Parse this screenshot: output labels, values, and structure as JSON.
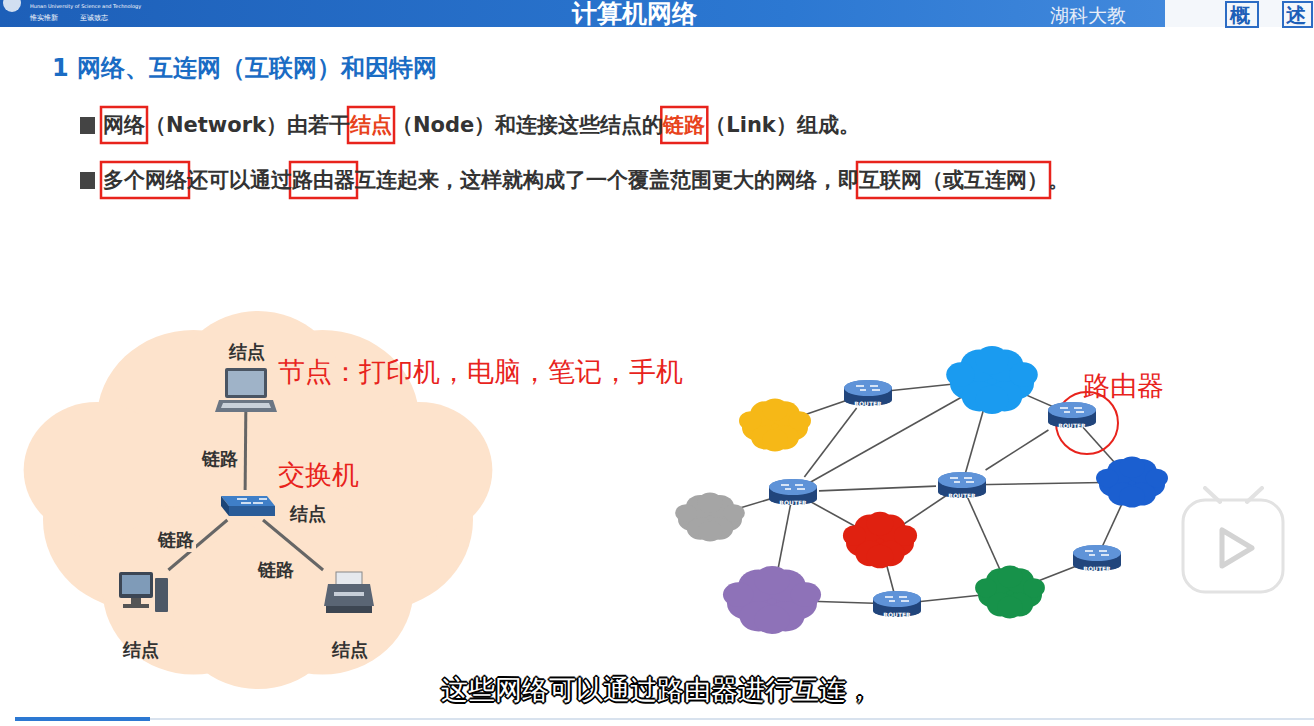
{
  "diagram": {
    "title": "计算机网络",
    "caption": "这些网络可以通过路由器进行互连，",
    "nodes": [
      {
        "text": [
          "结点"
        ]
      },
      {
        "text": [
          "结点"
        ]
      },
      {
        "text": [
          "结点"
        ]
      },
      {
        "text": [
          "结点"
        ]
      },
      {
        "text": [
          "ROUTER"
        ]
      },
      {
        "text": [
          "ROUTER"
        ]
      },
      {
        "text": [
          "ROUTER"
        ]
      },
      {
        "text": [
          "ROUTER"
        ]
      },
      {
        "text": [
          "ROUTER"
        ]
      },
      {
        "text": [
          "ROUTER"
        ]
      }
    ],
    "edges": [
      {
        "from": 0,
        "to": 1,
        "arrow": "none",
        "label": "链路"
      },
      {
        "from": 1,
        "to": 2,
        "arrow": "none",
        "label": "链路"
      },
      {
        "from": 1,
        "to": 3,
        "arrow": "none",
        "label": "链路"
      },
      {
        "from": 4,
        "to": 6,
        "arrow": "none"
      },
      {
        "from": 6,
        "to": 7,
        "arrow": "none"
      },
      {
        "from": 5,
        "to": 7,
        "arrow": "none"
      }
    ],
    "labels": [
      "惟实惟新",
      "至诚致志",
      "Hunan University of Science and Technology",
      "湖科大教",
      "概",
      "述",
      "1 网络、互连网（互联网）和因特网",
      "网络",
      "（Network）由若干",
      "结点",
      "（Node）和连接这些结点的",
      "链路",
      "（Link）组成。",
      "多个网络",
      "还可以通过",
      "路由器",
      "互连起来，这样就构成了一个覆盖范围更大的网络，即",
      "互联网（或互连网）",
      "。",
      "节点：打印机，电脑，笔记，手机",
      "交换机",
      "路由器"
    ]
  }
}
